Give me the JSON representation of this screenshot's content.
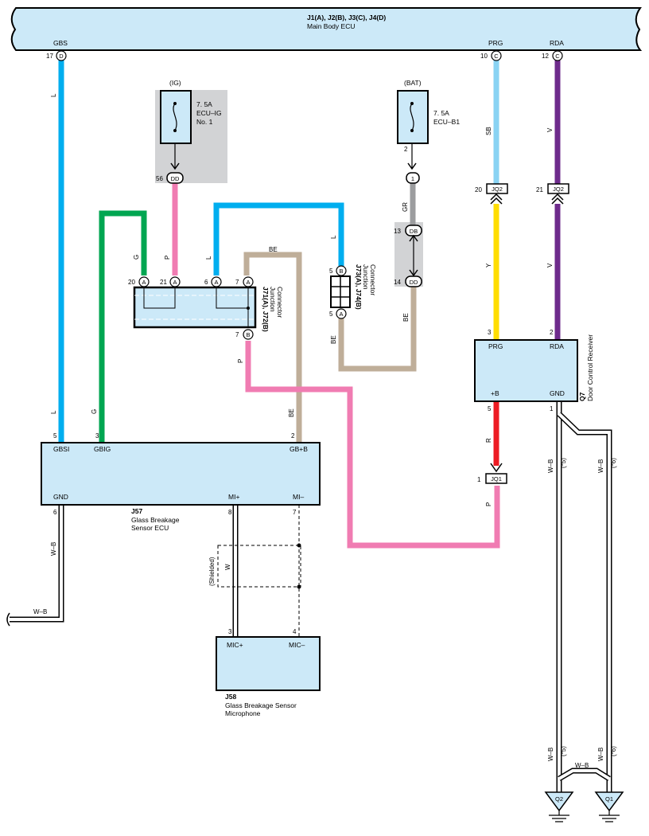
{
  "main_ecu": {
    "title": "J1(A), J2(B), J3(C), J4(D)",
    "subtitle": "Main Body ECU",
    "pin_gbs": "GBS",
    "pin_prg": "PRG",
    "pin_rda": "RDA",
    "pin_gbs_num": "17",
    "pin_gbs_conn": "D",
    "pin_prg_num": "10",
    "pin_prg_conn": "C",
    "pin_rda_num": "12",
    "pin_rda_conn": "C"
  },
  "fuse_ig": {
    "source": "(IG)",
    "rating": "7. 5A",
    "name1": "ECU–IG",
    "name2": "No. 1",
    "conn_num": "56",
    "conn": "DD"
  },
  "fuse_bat": {
    "source": "(BAT)",
    "rating": "7. 5A",
    "name": "ECU–B1",
    "pin": "2",
    "conn": "1"
  },
  "junction_1": {
    "label1": "J71(A), J72(B)",
    "label2": "Junction",
    "label3": "Connector",
    "pins": {
      "p20": "20",
      "p21": "21",
      "p6": "6",
      "p7a": "7",
      "p7b": "7",
      "a": "A",
      "b": "B"
    }
  },
  "junction_2": {
    "label1": "J73(A), J74(B)",
    "label2": "Junction",
    "label3": "Connector",
    "pin_top": "5",
    "pin_bot": "5",
    "top": "B",
    "bot": "A"
  },
  "db_conn": {
    "top_num": "13",
    "top": "DB",
    "bot_num": "14",
    "bot": "DD"
  },
  "wires": {
    "L": "L",
    "G": "G",
    "P": "P",
    "BE": "BE",
    "GR": "GR",
    "SB": "SB",
    "V": "V",
    "Y": "Y",
    "R": "R",
    "W": "W",
    "WB": "W–B",
    "s5": "(*5)",
    "s6": "(*6)",
    "shielded": "(Shielded)"
  },
  "jq": {
    "jq2": "JQ2",
    "jq1": "JQ1",
    "jq2_num_a": "20",
    "jq2_num_b": "21",
    "jq1_num": "1"
  },
  "q7": {
    "id": "Q7",
    "name": "Door Control Receiver",
    "prg": "PRG",
    "rda": "RDA",
    "b": "+B",
    "gnd": "GND",
    "pin3": "3",
    "pin2": "2",
    "pin5": "5",
    "pin1": "1"
  },
  "j57": {
    "id": "J57",
    "name1": "Glass Breakage",
    "name2": "Sensor ECU",
    "gbsi": "GBSI",
    "gbig": "GBIG",
    "gbb": "GB+B",
    "gnd": "GND",
    "mip": "MI+",
    "mim": "MI–",
    "pin5": "5",
    "pin3": "3",
    "pin2": "2",
    "pin6": "6",
    "pin8": "8",
    "pin7": "7"
  },
  "j58": {
    "id": "J58",
    "name1": "Glass Breakage Sensor",
    "name2": "Microphone",
    "micp": "MIC+",
    "micm": "MIC–",
    "pin3": "3",
    "pin4": "4"
  },
  "grounds": {
    "q2": "Q2",
    "q1": "Q1"
  },
  "colors": {
    "L": "#00aeef",
    "G": "#00a651",
    "P": "#f07cb2",
    "BE": "#bfae99",
    "GR": "#9c9d9f",
    "SB": "#89d3f3",
    "V": "#6e2b8c",
    "Y": "#ffdd00",
    "R": "#ed1c24",
    "ecu_fill": "#cce9f8"
  }
}
